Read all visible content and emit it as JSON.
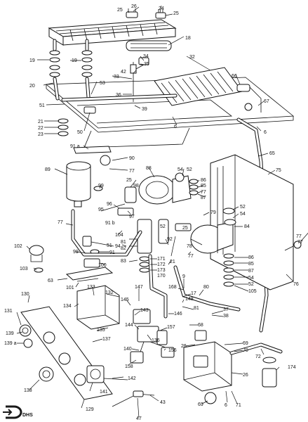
{
  "logo": {
    "text": "DHS",
    "color": "#1a1a1a"
  },
  "callouts": [
    {
      "id": "c26",
      "label": "26"
    },
    {
      "id": "c25a",
      "label": "25"
    },
    {
      "id": "c24",
      "label": "24"
    },
    {
      "id": "c25b",
      "label": "25"
    },
    {
      "id": "c18",
      "label": "18"
    },
    {
      "id": "c34",
      "label": "34"
    },
    {
      "id": "c35",
      "label": "35"
    },
    {
      "id": "c32",
      "label": "32"
    },
    {
      "id": "c42",
      "label": "42"
    },
    {
      "id": "c19a",
      "label": "19"
    },
    {
      "id": "c19b",
      "label": "19"
    },
    {
      "id": "c20",
      "label": "20"
    },
    {
      "id": "c33",
      "label": "33"
    },
    {
      "id": "c53",
      "label": "53"
    },
    {
      "id": "c36",
      "label": "36"
    },
    {
      "id": "c66",
      "label": "66"
    },
    {
      "id": "c67",
      "label": "67"
    },
    {
      "id": "c39",
      "label": "39"
    },
    {
      "id": "c51",
      "label": "51"
    },
    {
      "id": "c50",
      "label": "50"
    },
    {
      "id": "c6a",
      "label": "6"
    },
    {
      "id": "c6b",
      "label": "6"
    },
    {
      "id": "c21a",
      "label": "21"
    },
    {
      "id": "c22",
      "label": "22"
    },
    {
      "id": "c23",
      "label": "23"
    },
    {
      "id": "c91a",
      "label": "91 a"
    },
    {
      "id": "c90",
      "label": "90"
    },
    {
      "id": "c77a",
      "label": "77"
    },
    {
      "id": "c65",
      "label": "65"
    },
    {
      "id": "c89",
      "label": "89"
    },
    {
      "id": "c88",
      "label": "88"
    },
    {
      "id": "c54a",
      "label": "54"
    },
    {
      "id": "c52a",
      "label": "52"
    },
    {
      "id": "c86a",
      "label": "86"
    },
    {
      "id": "c85a",
      "label": "85"
    },
    {
      "id": "c75",
      "label": "75"
    },
    {
      "id": "c25c",
      "label": "25"
    },
    {
      "id": "c98",
      "label": "98"
    },
    {
      "id": "c77b",
      "label": "77"
    },
    {
      "id": "c87a",
      "label": "87"
    },
    {
      "id": "c99a",
      "label": "99"
    },
    {
      "id": "c95",
      "label": "95"
    },
    {
      "id": "c96",
      "label": "96"
    },
    {
      "id": "c97",
      "label": "97"
    },
    {
      "id": "c79",
      "label": "79"
    },
    {
      "id": "c52b",
      "label": "52"
    },
    {
      "id": "c54b",
      "label": "54"
    },
    {
      "id": "c77c",
      "label": "77"
    },
    {
      "id": "c91b",
      "label": "91 b"
    },
    {
      "id": "c84",
      "label": "84"
    },
    {
      "id": "c77d",
      "label": "77"
    },
    {
      "id": "c104",
      "label": "104"
    },
    {
      "id": "c94",
      "label": "94"
    },
    {
      "id": "c52c",
      "label": "52"
    },
    {
      "id": "c51b",
      "label": "51"
    },
    {
      "id": "c91c",
      "label": "91"
    },
    {
      "id": "c25d",
      "label": "25"
    },
    {
      "id": "c81a",
      "label": "81"
    },
    {
      "id": "c82",
      "label": "82"
    },
    {
      "id": "c92",
      "label": "92"
    },
    {
      "id": "c78",
      "label": "78"
    },
    {
      "id": "c77e",
      "label": "77"
    },
    {
      "id": "c102",
      "label": "102"
    },
    {
      "id": "c99b",
      "label": "99"
    },
    {
      "id": "c100",
      "label": "100"
    },
    {
      "id": "c83",
      "label": "83"
    },
    {
      "id": "c171",
      "label": "171"
    },
    {
      "id": "c172",
      "label": "172"
    },
    {
      "id": "c173",
      "label": "173"
    },
    {
      "id": "c170",
      "label": "170"
    },
    {
      "id": "c21b",
      "label": "21"
    },
    {
      "id": "c86b",
      "label": "86"
    },
    {
      "id": "c85b",
      "label": "85"
    },
    {
      "id": "c87b",
      "label": "87"
    },
    {
      "id": "c54c",
      "label": "54"
    },
    {
      "id": "c52d",
      "label": "52"
    },
    {
      "id": "c105",
      "label": "105"
    },
    {
      "id": "c76",
      "label": "76"
    },
    {
      "id": "c103",
      "label": "103"
    },
    {
      "id": "c63",
      "label": "63"
    },
    {
      "id": "c101",
      "label": "101"
    },
    {
      "id": "c9",
      "label": "9"
    },
    {
      "id": "c133",
      "label": "133"
    },
    {
      "id": "c168",
      "label": "168"
    },
    {
      "id": "c80",
      "label": "80"
    },
    {
      "id": "c17",
      "label": "17"
    },
    {
      "id": "c130",
      "label": "130"
    },
    {
      "id": "c132",
      "label": "132"
    },
    {
      "id": "c147",
      "label": "147"
    },
    {
      "id": "c148",
      "label": "148"
    },
    {
      "id": "c81b",
      "label": "81"
    },
    {
      "id": "c134",
      "label": "134"
    },
    {
      "id": "c145",
      "label": "145"
    },
    {
      "id": "c146",
      "label": "146"
    },
    {
      "id": "c37",
      "label": "37"
    },
    {
      "id": "c38",
      "label": "38"
    },
    {
      "id": "c131",
      "label": "131"
    },
    {
      "id": "c143",
      "label": "143"
    },
    {
      "id": "c68",
      "label": "68"
    },
    {
      "id": "c139",
      "label": "139"
    },
    {
      "id": "c144",
      "label": "144"
    },
    {
      "id": "c157",
      "label": "157"
    },
    {
      "id": "c135",
      "label": "135"
    },
    {
      "id": "c139a",
      "label": "139 a"
    },
    {
      "id": "c137",
      "label": "137"
    },
    {
      "id": "c136",
      "label": "136"
    },
    {
      "id": "c69a",
      "label": "69"
    },
    {
      "id": "c26b",
      "label": "26"
    },
    {
      "id": "c70",
      "label": "70"
    },
    {
      "id": "c72",
      "label": "72"
    },
    {
      "id": "c140",
      "label": "140"
    },
    {
      "id": "c156",
      "label": "156"
    },
    {
      "id": "c158",
      "label": "158"
    },
    {
      "id": "c174",
      "label": "174"
    },
    {
      "id": "c26c",
      "label": "26"
    },
    {
      "id": "c138",
      "label": "138"
    },
    {
      "id": "c142",
      "label": "142"
    },
    {
      "id": "c141",
      "label": "141"
    },
    {
      "id": "c69b",
      "label": "69"
    },
    {
      "id": "c6c",
      "label": "6"
    },
    {
      "id": "c71",
      "label": "71"
    },
    {
      "id": "c43",
      "label": "43"
    },
    {
      "id": "c47",
      "label": "47"
    },
    {
      "id": "c129",
      "label": "129"
    },
    {
      "id": "c77f",
      "label": "77"
    }
  ]
}
